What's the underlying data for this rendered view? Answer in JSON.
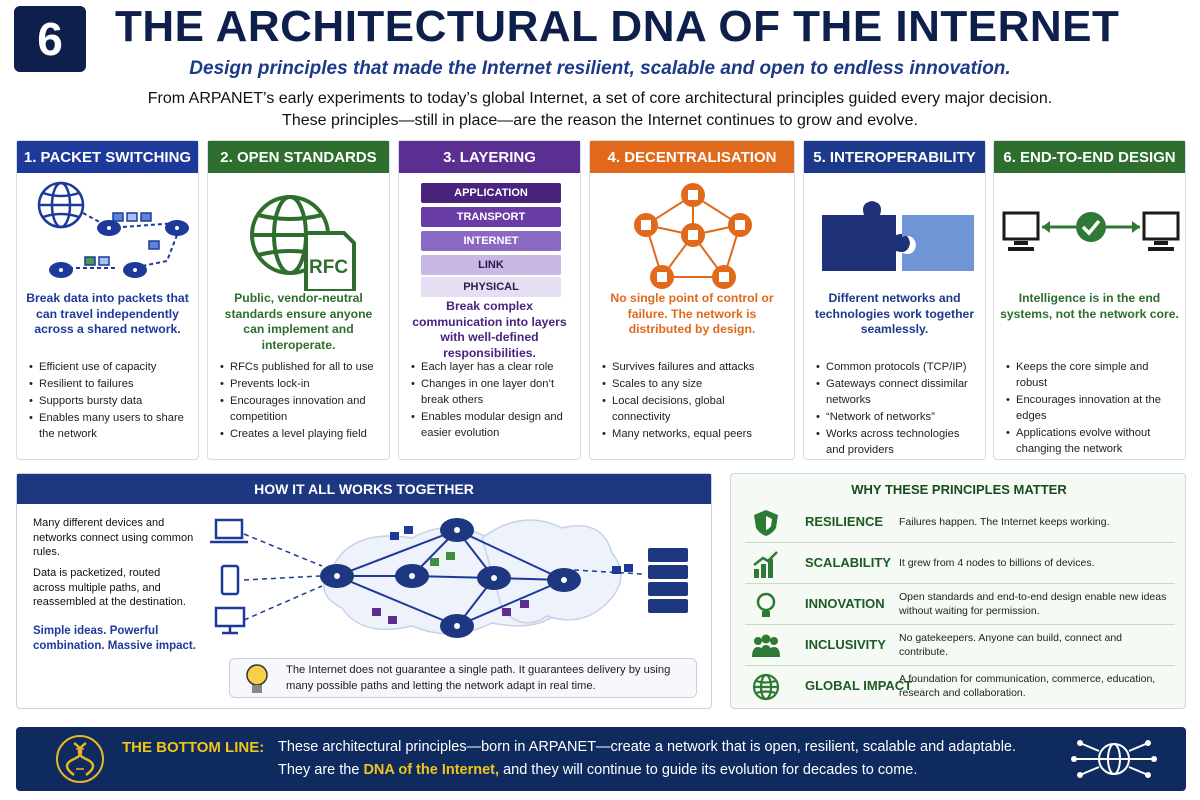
{
  "header": {
    "number": "6",
    "title": "THE ARCHITECTURAL DNA OF THE INTERNET",
    "subtitle": "Design principles that made the Internet resilient, scalable and open to endless innovation.",
    "intro_line1": "From ARPANET’s early experiments to today’s global Internet, a set of core architectural principles guided every major decision.",
    "intro_line2": "These principles—still in place—are the reason the Internet continues to grow and evolve."
  },
  "colors": {
    "navy": "#0f1f4b",
    "blue": "#1d3a8a",
    "green": "#2e7a34",
    "purple": "#5a2d91",
    "orange": "#e06a1c",
    "teal_green": "#2f7a33"
  },
  "principles": [
    {
      "title": "1. PACKET SWITCHING",
      "color": "#1d3a9a",
      "icon": "packet-network-icon",
      "desc": "Break data into packets that can travel independently across a shared network.",
      "bullets": [
        "Efficient use of capacity",
        "Resilient to failures",
        "Supports bursty data",
        "Enables many users to share the network"
      ]
    },
    {
      "title": "2. OPEN STANDARDS",
      "color": "#2e6e2e",
      "icon": "globe-document-icon",
      "icon_text": "RFC",
      "desc": "Public, vendor-neutral standards ensure anyone can implement and interoperate.",
      "bullets": [
        "RFCs published for all to use",
        "Prevents lock-in",
        "Encourages innovation and competition",
        "Creates a level playing field"
      ]
    },
    {
      "title": "3. LAYERING",
      "color": "#5b2e91",
      "icon": "layer-stack-icon",
      "layers": [
        "APPLICATION",
        "TRANSPORT",
        "INTERNET",
        "LINK",
        "PHYSICAL"
      ],
      "desc": "Break complex communication into layers with well-defined responsibilities.",
      "bullets": [
        "Each layer has a clear role",
        "Changes in one layer don’t break others",
        "Enables modular design and easier evolution"
      ]
    },
    {
      "title": "4. DECENTRALISATION",
      "color": "#e0691c",
      "icon": "mesh-network-icon",
      "desc": "No single point of control or failure. The network is distributed by design.",
      "bullets": [
        "Survives failures and attacks",
        "Scales to any size",
        "Local decisions, global connectivity",
        "Many networks, equal peers"
      ]
    },
    {
      "title": "5. INTEROPERABILITY",
      "color": "#1d3a8a",
      "icon": "puzzle-pieces-icon",
      "desc": "Different networks and technologies work together seamlessly.",
      "bullets": [
        "Common protocols (TCP/IP)",
        "Gateways connect dissimilar networks",
        "“Network of networks”",
        "Works across technologies and providers"
      ]
    },
    {
      "title": "6. END-TO-END DESIGN",
      "color": "#2e6e2e",
      "icon": "endpoints-check-icon",
      "desc": "Intelligence is in the end systems, not the network core.",
      "bullets": [
        "Keeps the core simple and robust",
        "Encourages innovation at the edges",
        "Applications evolve without changing the network"
      ]
    }
  ],
  "how": {
    "title": "HOW IT ALL WORKS TOGETHER",
    "para1": "Many different devices and networks connect using common rules.",
    "para2": "Data is packetized, routed across multiple paths, and reassembled at the destination.",
    "para3": "Simple ideas. Powerful combination. Massive impact.",
    "note": "The Internet does not guarantee a single path. It guarantees delivery by using many possible paths and letting the network adapt in real time."
  },
  "why": {
    "title": "WHY THESE PRINCIPLES MATTER",
    "rows": [
      {
        "label": "RESILIENCE",
        "icon": "shield-icon",
        "text": "Failures happen. The Internet keeps working."
      },
      {
        "label": "SCALABILITY",
        "icon": "growth-chart-icon",
        "text": "It grew from 4 nodes to billions of devices."
      },
      {
        "label": "INNOVATION",
        "icon": "lightbulb-icon",
        "text": "Open standards and end-to-end design enable new ideas without waiting for permission."
      },
      {
        "label": "INCLUSIVITY",
        "icon": "people-icon",
        "text": "No gatekeepers. Anyone can build, connect and contribute."
      },
      {
        "label": "GLOBAL IMPACT",
        "icon": "globe-icon",
        "text": "A foundation for communication, commerce, education, research and collaboration."
      }
    ]
  },
  "bottom": {
    "label": "THE BOTTOM LINE:",
    "line1": "These architectural principles—born in ARPANET—create a network that is open, resilient, scalable and adaptable.",
    "line2_a": "They are the ",
    "line2_hl": "DNA of the Internet,",
    "line2_b": " and they will continue to guide its evolution for decades to come."
  }
}
